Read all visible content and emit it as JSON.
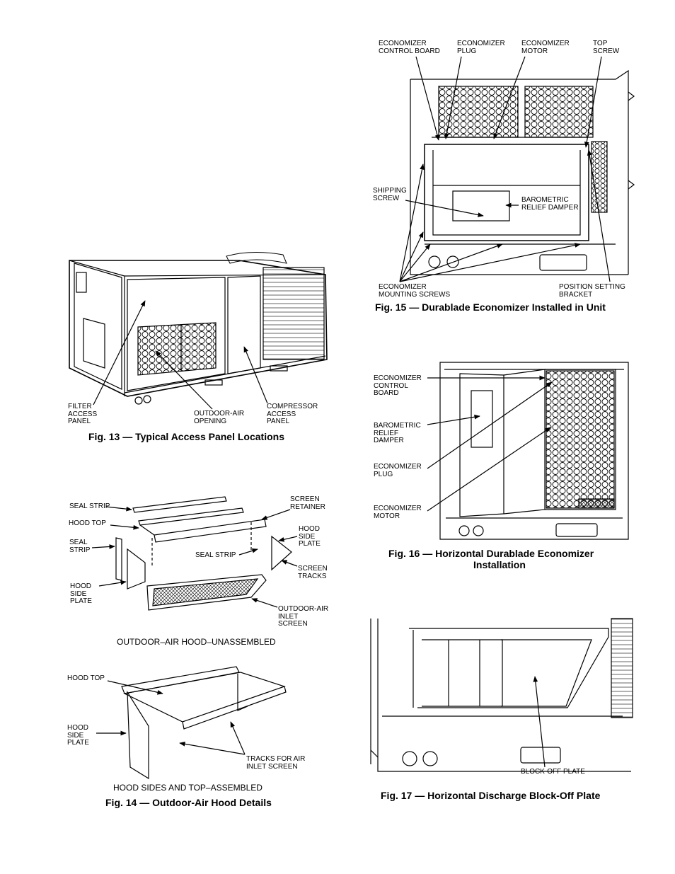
{
  "fig13": {
    "caption": "Fig. 13 — Typical Access Panel Locations",
    "labels": {
      "filter": "FILTER\nACCESS\nPANEL",
      "outdoor": "OUTDOOR-AIR\nOPENING",
      "compressor": "COMPRESSOR\nACCESS\nPANEL"
    }
  },
  "fig14": {
    "caption": "Fig. 14 — Outdoor-Air Hood Details",
    "unassembled_title": "OUTDOOR–AIR HOOD–UNASSEMBLED",
    "assembled_title": "HOOD SIDES AND TOP–ASSEMBLED",
    "labels": {
      "seal_strip_top": "SEAL STRIP",
      "hood_top": "HOOD TOP",
      "seal_strip_left": "SEAL\nSTRIP",
      "hood_side_left": "HOOD\nSIDE\nPLATE",
      "screen_retainer": "SCREEN\nRETAINER",
      "hood_side_right": "HOOD\nSIDE\nPLATE",
      "seal_strip_mid": "SEAL STRIP",
      "screen_tracks": "SCREEN\nTRACKS",
      "inlet_screen": "OUTDOOR-AIR\nINLET\nSCREEN",
      "hood_top_2": "HOOD TOP",
      "hood_side_2": "HOOD\nSIDE\nPLATE",
      "tracks": "TRACKS FOR AIR\nINLET SCREEN"
    }
  },
  "fig15": {
    "caption": "Fig. 15 — Durablade Economizer Installed in Unit",
    "labels": {
      "control_board": "ECONOMIZER\nCONTROL BOARD",
      "plug": "ECONOMIZER\nPLUG",
      "motor": "ECONOMIZER\nMOTOR",
      "top_screw": "TOP\nSCREW",
      "shipping_screw": "SHIPPING\nSCREW",
      "barometric": "BAROMETRIC\nRELIEF DAMPER",
      "mounting_screws": "ECONOMIZER\nMOUNTING SCREWS",
      "position_bracket": "POSITION SETTING\nBRACKET"
    }
  },
  "fig16": {
    "caption_line1": "Fig. 16 — Horizontal Durablade Economizer",
    "caption_line2": "Installation",
    "labels": {
      "control_board": "ECONOMIZER\nCONTROL\nBOARD",
      "barometric": "BAROMETRIC\nRELIEF\nDAMPER",
      "plug": "ECONOMIZER\nPLUG",
      "motor": "ECONOMIZER\nMOTOR"
    }
  },
  "fig17": {
    "caption": "Fig. 17 — Horizontal Discharge Block-Off Plate",
    "labels": {
      "blockoff": "BLOCK-OFF PLATE"
    }
  }
}
